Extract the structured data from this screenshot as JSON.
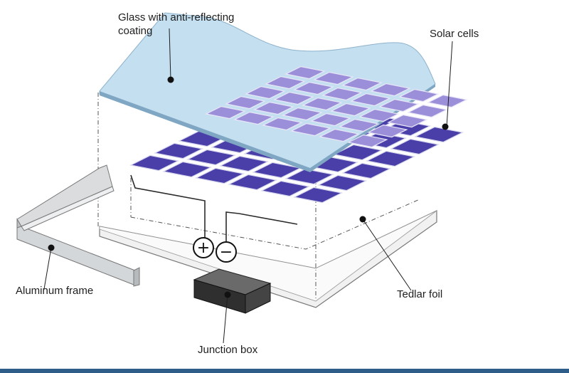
{
  "labels": {
    "glass": "Glass with anti-reflecting coating",
    "solar_cells": "Solar cells",
    "aluminum_frame": "Aluminum frame",
    "tedlar_foil": "Tedlar foil",
    "junction_box": "Junction box"
  },
  "terminals": {
    "positive": "+",
    "negative": "−"
  },
  "colors": {
    "glass": "#c3dff0",
    "glass_edge": "#8fb3cc",
    "cell": "#4a3fa8",
    "cell_dark": "#362c8a",
    "cell_under_glass": "#9a8fd8",
    "frame": "#cfd2d4",
    "junction_box": "#3a3a3a",
    "bottom_strip": "#2f5d8a"
  },
  "icons": {
    "marker": "leader-dot-icon",
    "plus": "plus-terminal-icon",
    "minus": "minus-terminal-icon"
  }
}
